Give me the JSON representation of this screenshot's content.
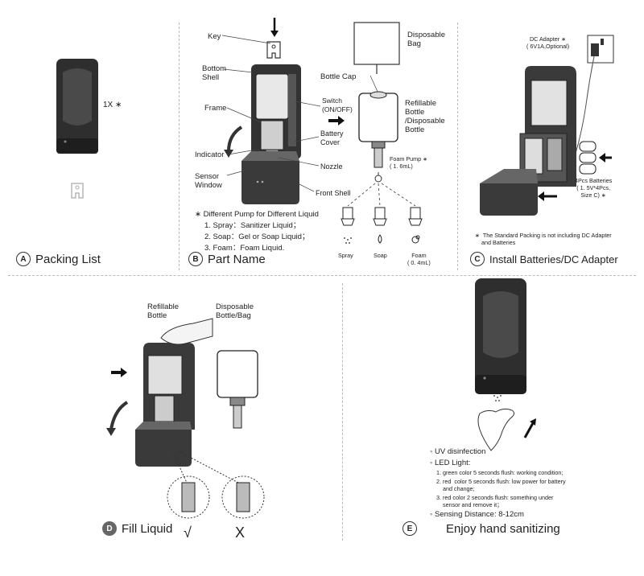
{
  "panel_a": {
    "badge": "A",
    "caption": "Packing List",
    "quantity": "1X ∗"
  },
  "panel_b": {
    "badge": "B",
    "caption": "Part Name",
    "labels": {
      "key": "Key",
      "bottom_shell": "Bottom\nShell",
      "frame": "Frame",
      "indicator": "Indicator",
      "sensor_window": "Sensor\nWindow",
      "switch": "Switch\n(ON/OFF)",
      "battery_cover": "Battery\nCover",
      "nozzle": "Nozzle",
      "front_shell": "Front Shell",
      "disposable_bag": "Disposable\nBag",
      "bottle_cap": "Bottle Cap",
      "refillable_bottle": "Refillable\nBottle\n/Disposable\nBottle",
      "foam_pump": "Foam Pump ∗\n( 1. 6mL)"
    },
    "notes": {
      "heading": "∗ Different Pump for Different Liquid",
      "items": [
        "1. Spray：Sanitizer Liquid；",
        "2. Soap：Gel or Soap Liquid；",
        "3. Foam：Foam Liquid."
      ]
    },
    "pumps": [
      "Spray",
      "Soap",
      "Foam\n( 0. 4mL)"
    ]
  },
  "panel_c": {
    "badge": "C",
    "caption": "Install Batteries/DC Adapter",
    "dc_adapter": "DC Adapter ∗\n( 6V1A,Optional)",
    "batteries": "4Pcs Batteries\n( 1. 5V*4Pcs,\nSize C) ∗",
    "note": "∗  The Standard Packing is not including DC Adapter\n    and Batteries"
  },
  "panel_d": {
    "badge": "D",
    "caption": "Fill Liquid",
    "refillable": "Refillable\nBottle",
    "disposable": "Disposable\nBottle/Bag",
    "check": "√",
    "cross": "X"
  },
  "panel_e": {
    "badge": "E",
    "caption": "Enjoy hand sanitizing",
    "features": {
      "uv": "UV  disinfection",
      "led": "LED Light:",
      "led_items": [
        "1. green  color 5 seconds flush: working condition;",
        "2. red  color 5 seconds flush: low power for battery\n    and change;",
        "3. red color 2 seconds flush: something under\n    sensor and remove it；"
      ],
      "distance": "Sensing Distance: 8-12cm"
    }
  },
  "colors": {
    "body_dark": "#2b2b2b",
    "body_mid": "#555555",
    "line": "#333333",
    "divider": "#bbbbbb"
  }
}
